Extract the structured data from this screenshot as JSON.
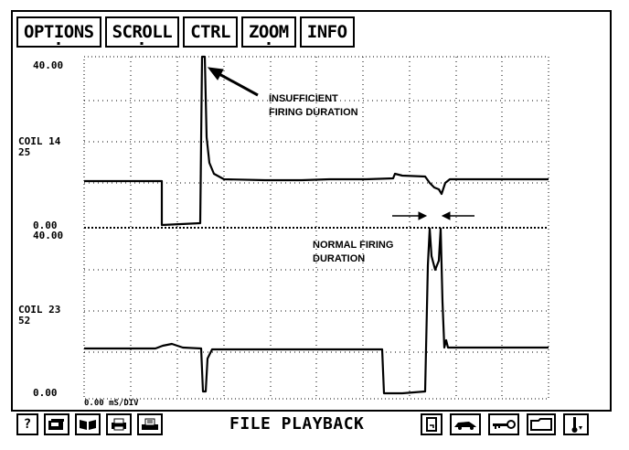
{
  "menu": {
    "options": "OPTIONS",
    "scroll": "SCROLL",
    "ctrl": "CTRL",
    "zoom": "ZOOM",
    "info": "INFO"
  },
  "channel1": {
    "top_value": "40.00",
    "name": "COIL 14",
    "number": "25",
    "bottom_value": "0.00"
  },
  "channel2": {
    "top_value": "40.00",
    "name": "COIL 23",
    "number": "52",
    "bottom_value": "0.00"
  },
  "timebase": "0.00 mS/DIV",
  "annotations": {
    "insufficient_line1": "INSUFFICIENT",
    "insufficient_line2": "FIRING DURATION",
    "normal_line1": "NORMAL FIRING",
    "normal_line2": "DURATION"
  },
  "bottom": {
    "help": "?",
    "status": "FILE PLAYBACK"
  },
  "icons": [
    "disk-icon",
    "book-icon",
    "printer-icon",
    "printer-out-icon",
    "keyboard-icon",
    "file-icon",
    "car-icon",
    "key-icon",
    "folder-icon",
    "thermometer-icon"
  ]
}
